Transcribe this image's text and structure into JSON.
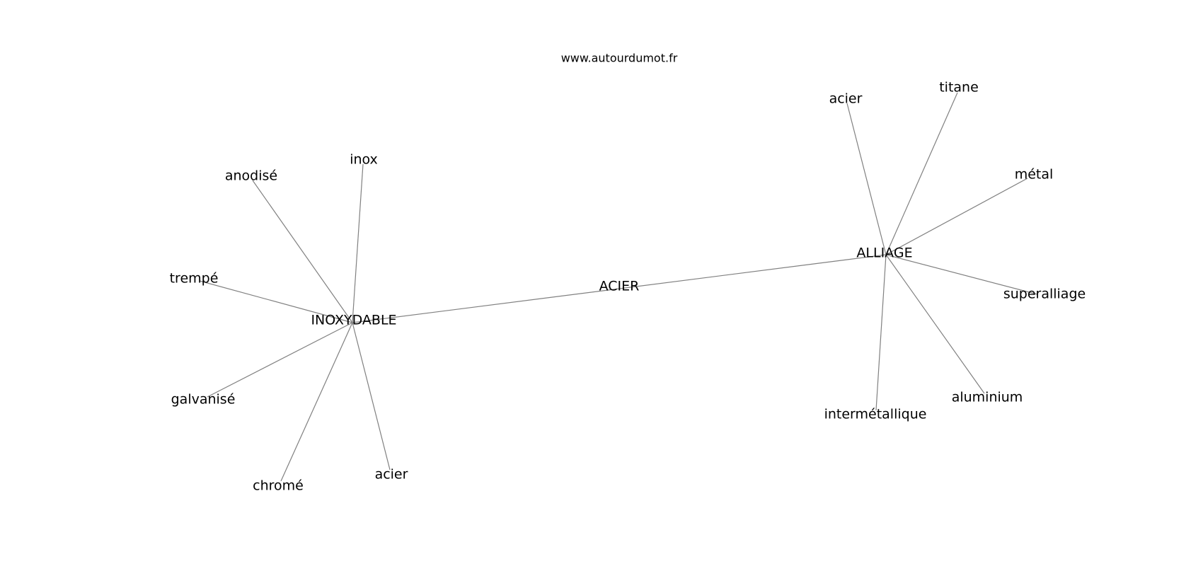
{
  "watermark": "www.autourdumot.fr",
  "graph": {
    "nodes": [
      {
        "id": "acier_center",
        "label": "ACIER"
      },
      {
        "id": "inoxydable",
        "label": "INOXYDABLE"
      },
      {
        "id": "alliage",
        "label": "ALLIAGE"
      },
      {
        "id": "inox",
        "label": "inox"
      },
      {
        "id": "anodise",
        "label": "anodisé"
      },
      {
        "id": "trempe",
        "label": "trempé"
      },
      {
        "id": "galvanise",
        "label": "galvanisé"
      },
      {
        "id": "chrome",
        "label": "chromé"
      },
      {
        "id": "acier_inox",
        "label": "acier"
      },
      {
        "id": "acier_alliage",
        "label": "acier"
      },
      {
        "id": "titane",
        "label": "titane"
      },
      {
        "id": "metal",
        "label": "métal"
      },
      {
        "id": "superalliage",
        "label": "superalliage"
      },
      {
        "id": "aluminium",
        "label": "aluminium"
      },
      {
        "id": "intermetallique",
        "label": "intermétallique"
      }
    ],
    "edges": [
      [
        "inoxydable",
        "alliage"
      ],
      [
        "inoxydable",
        "inox"
      ],
      [
        "inoxydable",
        "anodise"
      ],
      [
        "inoxydable",
        "trempe"
      ],
      [
        "inoxydable",
        "galvanise"
      ],
      [
        "inoxydable",
        "chrome"
      ],
      [
        "inoxydable",
        "acier_inox"
      ],
      [
        "alliage",
        "acier_alliage"
      ],
      [
        "alliage",
        "titane"
      ],
      [
        "alliage",
        "metal"
      ],
      [
        "alliage",
        "superalliage"
      ],
      [
        "alliage",
        "aluminium"
      ],
      [
        "alliage",
        "intermetallique"
      ]
    ]
  }
}
